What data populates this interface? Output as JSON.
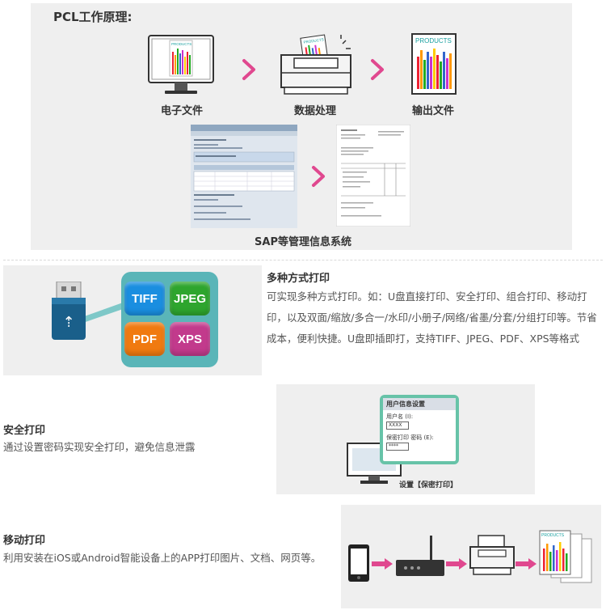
{
  "pcl": {
    "title": "PCL工作原理:",
    "steps": [
      {
        "label": "电子文件",
        "icon": "monitor-icon"
      },
      {
        "label": "数据处理",
        "icon": "printer-icon"
      },
      {
        "label": "输出文件",
        "icon": "document-icon"
      }
    ],
    "product_label": "PRODUCTS",
    "sap_label": "SAP等管理信息系统"
  },
  "features": [
    {
      "title": "多种方式打印",
      "description": "可实现多种方式打印。如：U盘直接打印、安全打印、组合打印、移动打印，以及双面/缩放/多合一/水印/小册子/网络/省墨/分套/分组打印等。节省成本，便利快捷。U盘即插即打，支持TIFF、JPEG、PDF、XPS等格式",
      "formats": [
        "TIFF",
        "JPEG",
        "PDF",
        "XPS"
      ]
    },
    {
      "title": "安全打印",
      "description": "通过设置密码实现安全打印，避免信息泄露",
      "dialog": {
        "title": "用户信息设置",
        "user_label": "用户名 (I):",
        "user_value": "XXXX",
        "pwd_label": "保密打印 密码 (E):",
        "pwd_value": "****"
      },
      "caption": "设置【保密打印】"
    },
    {
      "title": "移动打印",
      "description": "利用安装在iOS或Android智能设备上的APP打印图片、文档、网页等。"
    }
  ],
  "colors": {
    "panel_bg": "#efefef",
    "arrow_pink": "#e0488f",
    "tiff": "#1a8ee0",
    "jpeg": "#2ea52e",
    "pdf": "#f07a10",
    "xps": "#c23a8c"
  }
}
